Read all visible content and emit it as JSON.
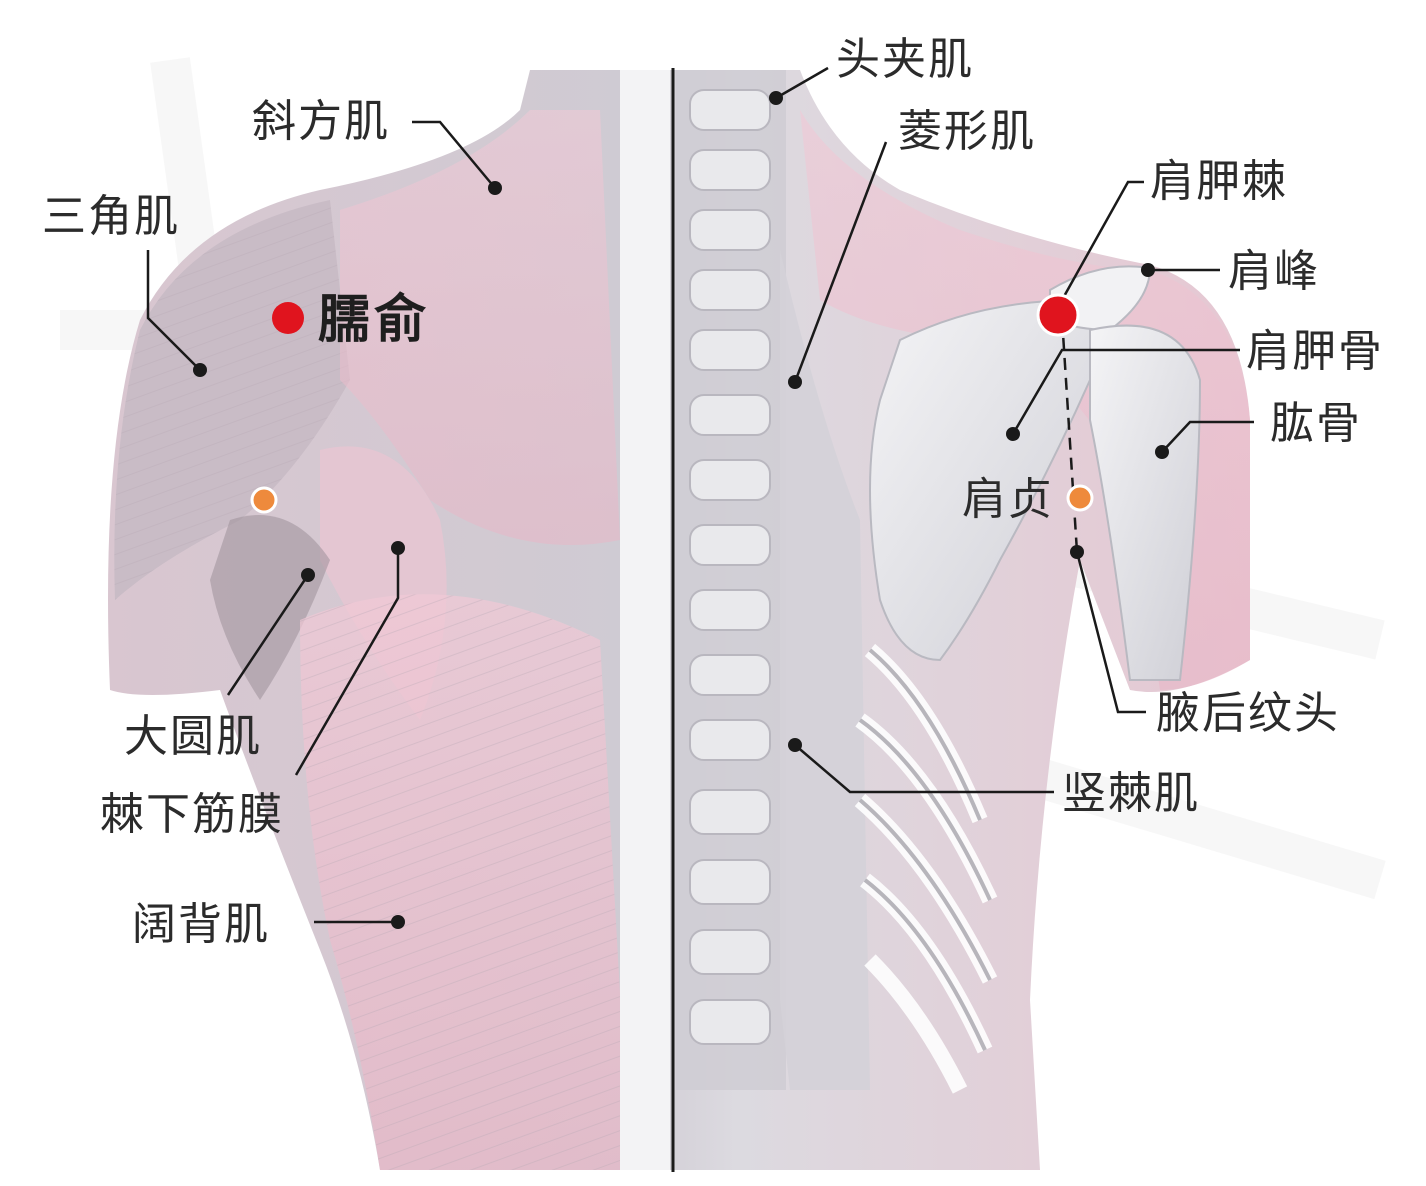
{
  "colors": {
    "acupoint_main": "#e0141e",
    "acupoint_secondary": "#ee8a3c",
    "leader_line": "#1a1a1a",
    "label_text": "#2b2b2b",
    "muscle_pink": "#e9b9c9",
    "muscle_gray": "#c9c6cd",
    "bone": "#e8e8ec"
  },
  "points": {
    "main_label": "臑俞",
    "secondary_label": "肩贞"
  },
  "labels": {
    "left": {
      "trapezius": "斜方肌",
      "deltoid": "三角肌",
      "teres_major": "大圆肌",
      "infraspinous_fascia": "棘下筋膜",
      "latissimus_dorsi": "阔背肌"
    },
    "right": {
      "splenius_capitis": "头夹肌",
      "rhomboid": "菱形肌",
      "scapular_spine": "肩胛棘",
      "acromion": "肩峰",
      "scapula": "肩胛骨",
      "humerus": "肱骨",
      "posterior_axillary_fold": "腋后纹头",
      "erector_spinae": "竖棘肌"
    }
  },
  "icons": {
    "main_point": "red-dot-icon",
    "secondary_point": "orange-dot-icon",
    "marker": "black-dot-icon"
  }
}
